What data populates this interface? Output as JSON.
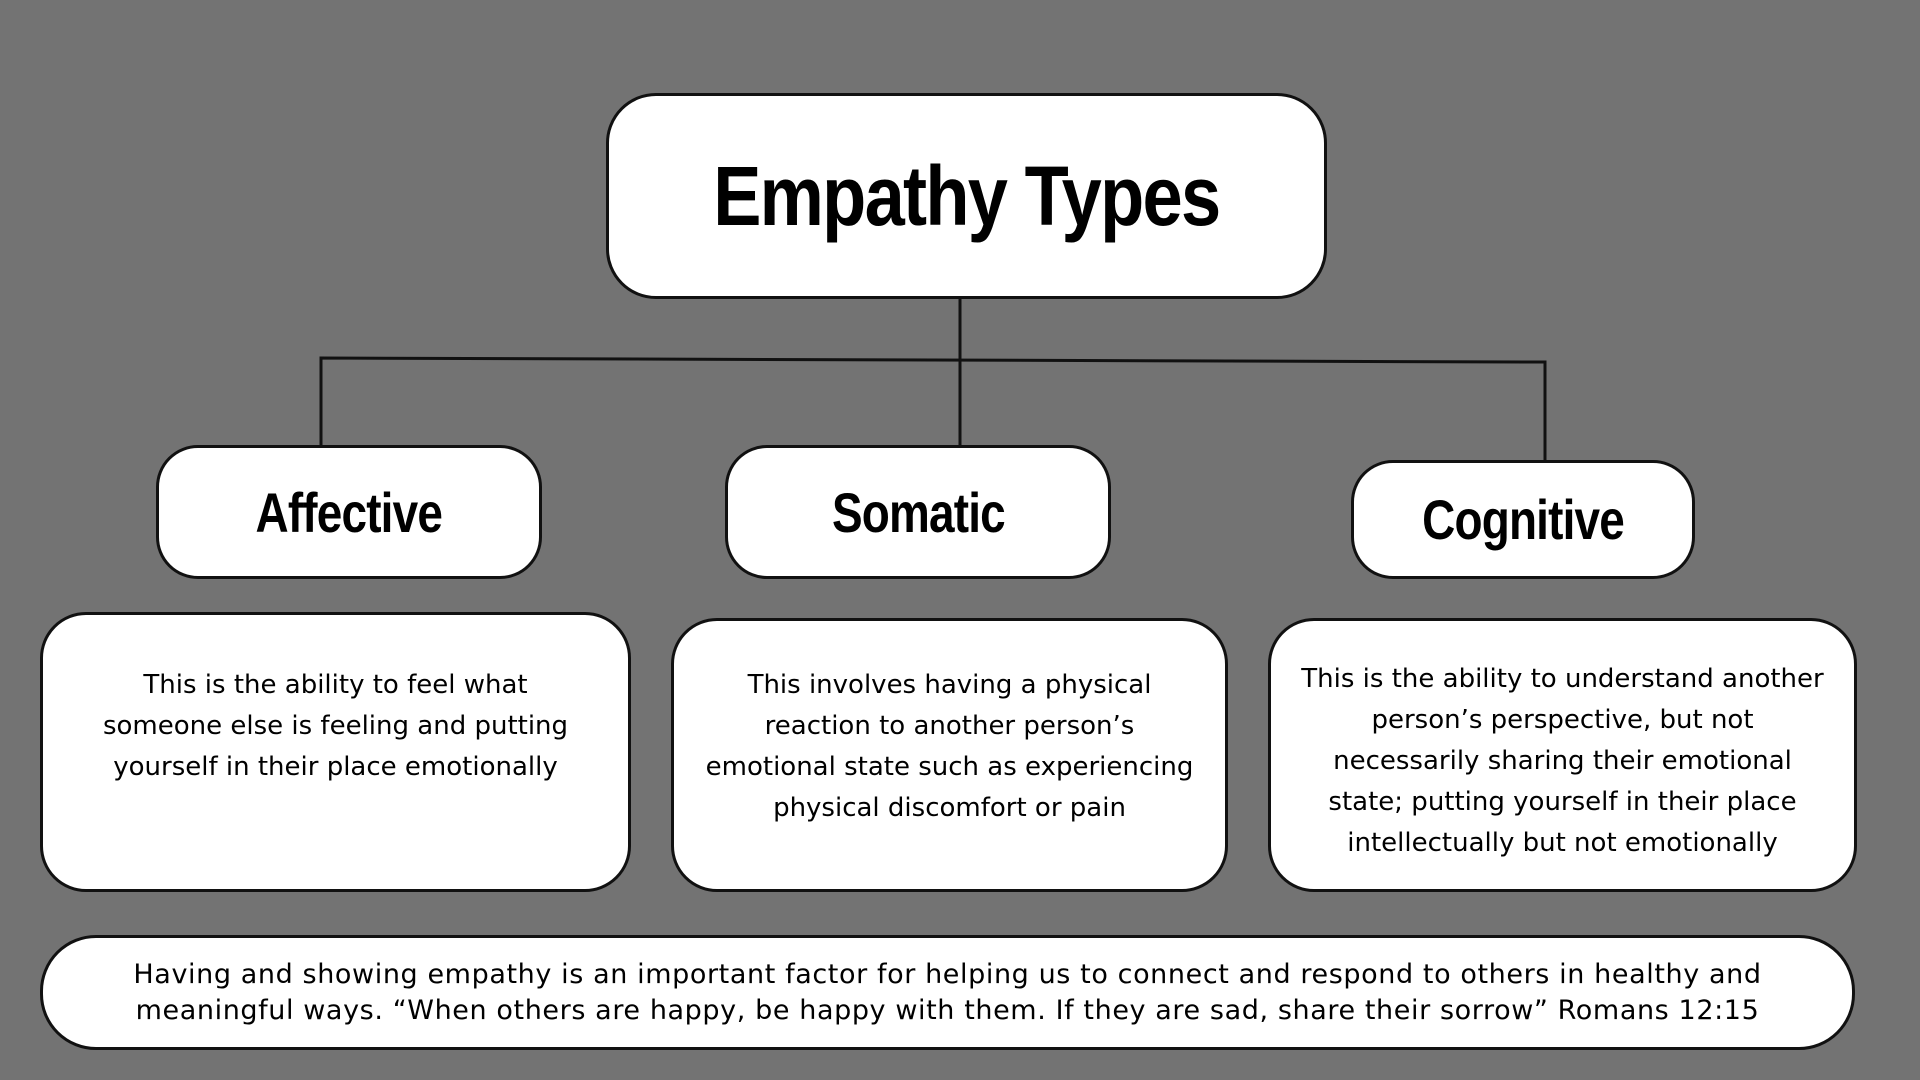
{
  "diagram": {
    "title": "Empathy Types",
    "types": [
      {
        "name": "Affective",
        "description": "This is the ability to feel what someone else is feeling and putting yourself in their place emotionally"
      },
      {
        "name": "Somatic",
        "description": "This involves having a physical reaction to another person’s emotional state such as experiencing physical discomfort or pain"
      },
      {
        "name": "Cognitive",
        "description": "This is the ability to understand another person’s perspective, but not necessarily sharing their emotional state; putting yourself in their place intellectually but not emotionally"
      }
    ],
    "footer": "Having and showing empathy is an important factor for helping us to connect and respond to others in healthy and meaningful ways. “When others are happy, be happy with them. If they are sad, share their sorrow” Romans 12:15"
  },
  "colors": {
    "background": "#737373",
    "box_fill": "#ffffff",
    "stroke": "#111111",
    "text": "#000000"
  }
}
